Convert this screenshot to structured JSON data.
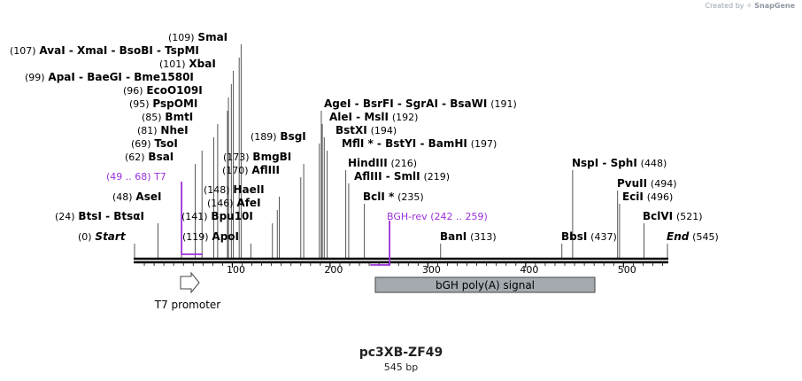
{
  "watermark": {
    "prefix": "Created by",
    "brand": "SnapGene"
  },
  "plasmid": {
    "name": "pc3XB-ZF49",
    "size_label": "545 bp",
    "length": 545
  },
  "colors": {
    "primer": "#9b30d9",
    "line": "#000000",
    "feature_fill": "#a5aab0"
  },
  "ruler_ticks": [
    "100",
    "200",
    "300",
    "400",
    "500"
  ],
  "sites": [
    {
      "pos": 0,
      "label_num": "(0)",
      "enzymes": [
        "Start"
      ],
      "italic": true
    },
    {
      "pos": 24,
      "label_num": "(24)",
      "enzymes": [
        "BtsI",
        "BtsαI"
      ]
    },
    {
      "pos": 48,
      "label_num": "(48)",
      "enzymes": [
        "AseI"
      ]
    },
    {
      "pos": 62,
      "label_num": "(62)",
      "enzymes": [
        "BsaI"
      ]
    },
    {
      "pos": 69,
      "label_num": "(69)",
      "enzymes": [
        "TsoI"
      ]
    },
    {
      "pos": 81,
      "label_num": "(81)",
      "enzymes": [
        "NheI"
      ]
    },
    {
      "pos": 85,
      "label_num": "(85)",
      "enzymes": [
        "BmtI"
      ]
    },
    {
      "pos": 95,
      "label_num": "(95)",
      "enzymes": [
        "PspOMI"
      ]
    },
    {
      "pos": 96,
      "label_num": "(96)",
      "enzymes": [
        "EcoO109I"
      ]
    },
    {
      "pos": 99,
      "label_num": "(99)",
      "enzymes": [
        "ApaI",
        "BaeGI",
        "Bme1580I"
      ]
    },
    {
      "pos": 101,
      "label_num": "(101)",
      "enzymes": [
        "XbaI"
      ]
    },
    {
      "pos": 107,
      "label_num": "(107)",
      "enzymes": [
        "AvaI",
        "XmaI",
        "BsoBI",
        "TspMI"
      ]
    },
    {
      "pos": 109,
      "label_num": "(109)",
      "enzymes": [
        "SmaI"
      ]
    },
    {
      "pos": 119,
      "label_num": "(119)",
      "enzymes": [
        "ApoI"
      ]
    },
    {
      "pos": 141,
      "label_num": "(141)",
      "enzymes": [
        "Bpu10I"
      ]
    },
    {
      "pos": 146,
      "label_num": "(146)",
      "enzymes": [
        "AfeI"
      ]
    },
    {
      "pos": 148,
      "label_num": "(148)",
      "enzymes": [
        "HaeII"
      ]
    },
    {
      "pos": 170,
      "label_num": "(170)",
      "enzymes": [
        "AflIII"
      ]
    },
    {
      "pos": 173,
      "label_num": "(173)",
      "enzymes": [
        "BmgBI"
      ]
    },
    {
      "pos": 189,
      "label_num": "(189)",
      "enzymes": [
        "BsgI"
      ]
    },
    {
      "pos": 191,
      "label_num": "(191)",
      "enzymes": [
        "AgeI",
        "BsrFI",
        "SgrAI",
        "BsaWI"
      ]
    },
    {
      "pos": 192,
      "label_num": "(192)",
      "enzymes": [
        "AleI",
        "MslI"
      ]
    },
    {
      "pos": 194,
      "label_num": "(194)",
      "enzymes": [
        "BstXI"
      ]
    },
    {
      "pos": 197,
      "label_num": "(197)",
      "enzymes": [
        "MflI *",
        "BstYI",
        "BamHI"
      ]
    },
    {
      "pos": 216,
      "label_num": "(216)",
      "enzymes": [
        "HindIII"
      ]
    },
    {
      "pos": 219,
      "label_num": "(219)",
      "enzymes": [
        "AflIII",
        "SmlI"
      ]
    },
    {
      "pos": 235,
      "label_num": "(235)",
      "enzymes": [
        "BclI *"
      ]
    },
    {
      "pos": 313,
      "label_num": "(313)",
      "enzymes": [
        "BanI"
      ]
    },
    {
      "pos": 437,
      "label_num": "(437)",
      "enzymes": [
        "BbsI"
      ]
    },
    {
      "pos": 448,
      "label_num": "(448)",
      "enzymes": [
        "NspI",
        "SphI"
      ]
    },
    {
      "pos": 494,
      "label_num": "(494)",
      "enzymes": [
        "PvuII"
      ]
    },
    {
      "pos": 496,
      "label_num": "(496)",
      "enzymes": [
        "EciI"
      ]
    },
    {
      "pos": 521,
      "label_num": "(521)",
      "enzymes": [
        "BclVI"
      ]
    },
    {
      "pos": 545,
      "label_num": "(545)",
      "enzymes": [
        "End"
      ],
      "italic": true
    }
  ],
  "primers": [
    {
      "name": "T7",
      "range_label": "(49 .. 68)",
      "start": 49,
      "end": 68,
      "direction": "forward"
    },
    {
      "name": "BGH-rev",
      "range_label": "(242 .. 259)",
      "start": 242,
      "end": 259,
      "direction": "reverse"
    }
  ],
  "features": [
    {
      "name": "T7 promoter",
      "start": 49,
      "end": 68,
      "shape": "arrow"
    },
    {
      "name": "bGH poly(A) signal",
      "start": 246,
      "end": 470,
      "shape": "box"
    }
  ]
}
